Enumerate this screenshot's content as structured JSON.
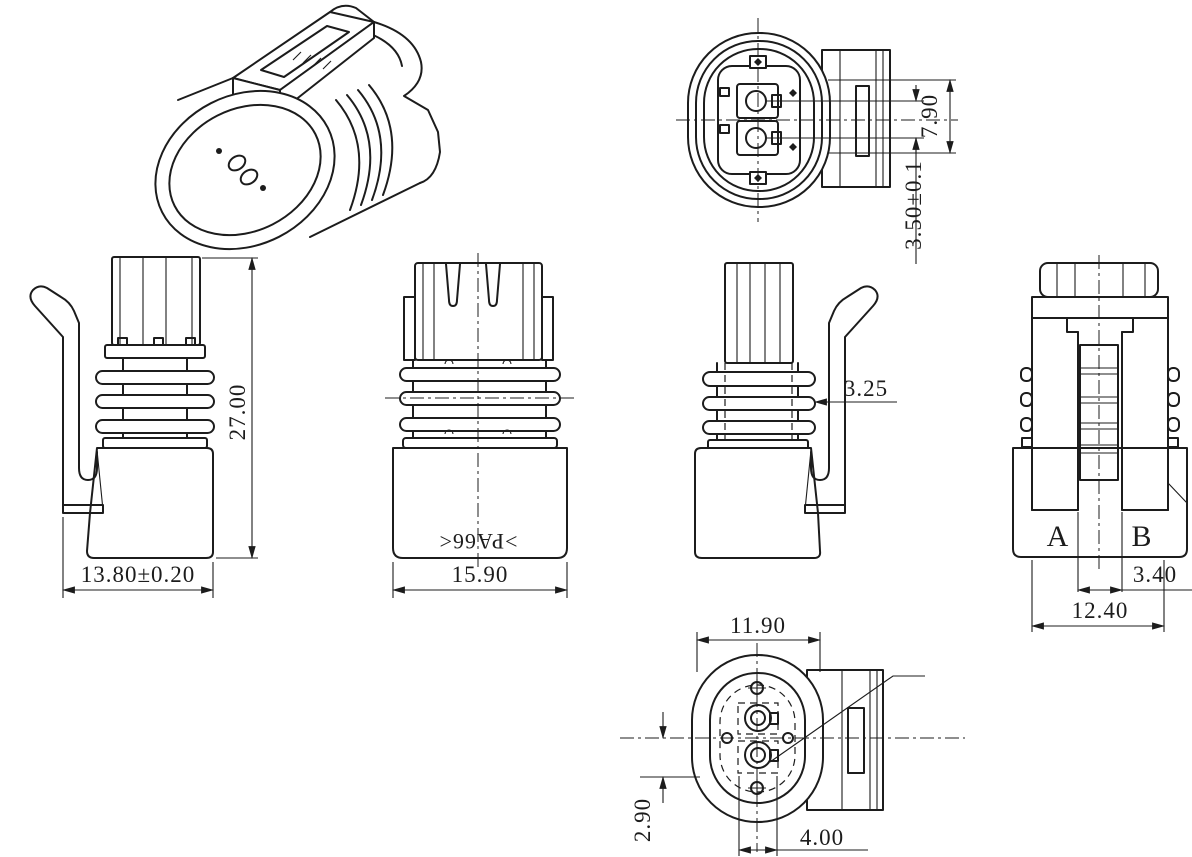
{
  "colors": {
    "line": "#1c1c1c",
    "background": "#ffffff"
  },
  "views": {
    "front": {
      "dim_height": "7.90",
      "dim_pitch": "3.50±0.1"
    },
    "side_left": {
      "dim_height": "27.00",
      "dim_width": "13.80±0.20"
    },
    "front_body": {
      "dim_width": "15.90",
      "marking": ">PA66<"
    },
    "side_right": {
      "dim_oring": "3.25"
    },
    "rear": {
      "cavity_a": "A",
      "cavity_b": "B",
      "dim_slot": "3.40",
      "dim_width": "12.40"
    },
    "bottom": {
      "dim_width": "11.90",
      "dim_offset": "2.90",
      "dim_cavity": "4.00"
    }
  }
}
